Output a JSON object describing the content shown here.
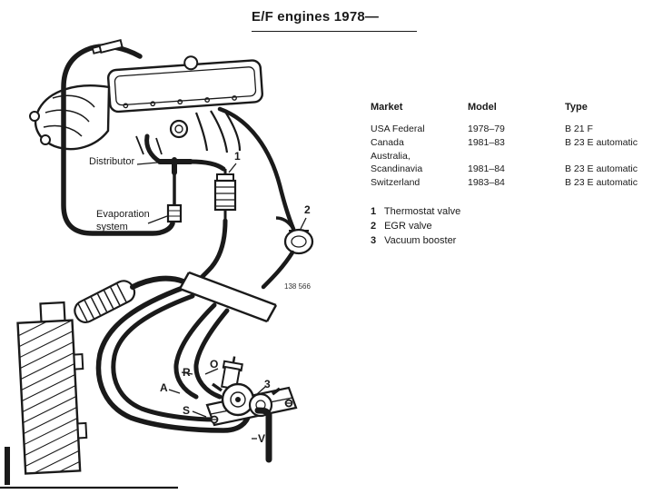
{
  "title": "E/F engines 1978—",
  "table": {
    "headers": {
      "market": "Market",
      "model": "Model",
      "type": "Type"
    },
    "rows": [
      {
        "market": "USA Federal",
        "model": "1978–79",
        "type": "B 21 F"
      },
      {
        "market": "Canada",
        "model": "1981–83",
        "type": "B 23 E automatic"
      },
      {
        "market": "Australia,",
        "model": "",
        "type": ""
      },
      {
        "market": "Scandinavia",
        "model": "1981–84",
        "type": "B 23 E automatic"
      },
      {
        "market": "Switzerland",
        "model": "1983–84",
        "type": "B 23 E automatic"
      }
    ]
  },
  "legend": [
    {
      "num": "1",
      "label": "Thermostat valve"
    },
    {
      "num": "2",
      "label": "EGR valve"
    },
    {
      "num": "3",
      "label": "Vacuum booster"
    }
  ],
  "diagram": {
    "labels": {
      "distributor": "Distributor",
      "evaporation_line1": "Evaporation",
      "evaporation_line2": "system",
      "part_number": "138 566"
    },
    "callouts": [
      "1",
      "2",
      "3"
    ],
    "ports": [
      "R",
      "O",
      "A",
      "S",
      "V"
    ]
  },
  "colors": {
    "ink": "#1a1a1a",
    "paper": "#ffffff"
  }
}
